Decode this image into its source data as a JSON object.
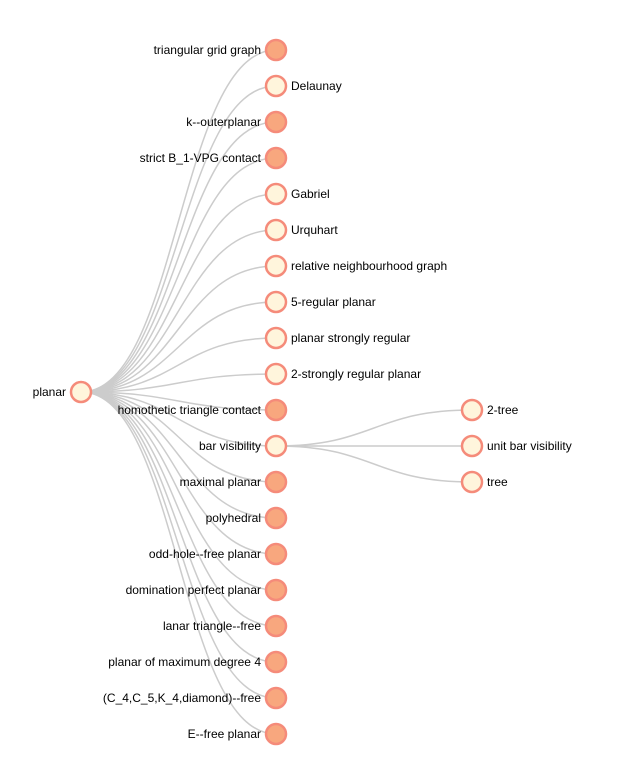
{
  "colors": {
    "link": "#cccccc",
    "node_stroke": "#f58b7a",
    "collapsed_fill": "#f8a77e",
    "expanded_fill": "#fff5dc"
  },
  "tree": {
    "root": {
      "label": "planar",
      "collapsed": false
    },
    "children": [
      {
        "label": "triangular grid graph",
        "collapsed": true
      },
      {
        "label": "Delaunay",
        "collapsed": false
      },
      {
        "label": "k--outerplanar",
        "collapsed": true
      },
      {
        "label": "strict B_1-VPG contact",
        "collapsed": true
      },
      {
        "label": "Gabriel",
        "collapsed": false
      },
      {
        "label": "Urquhart",
        "collapsed": false
      },
      {
        "label": "relative neighbourhood graph",
        "collapsed": false
      },
      {
        "label": "5-regular planar",
        "collapsed": false
      },
      {
        "label": "planar strongly regular",
        "collapsed": false
      },
      {
        "label": "2-strongly regular planar",
        "collapsed": false
      },
      {
        "label": "homothetic triangle contact",
        "collapsed": true
      },
      {
        "label": "bar visibility",
        "collapsed": false,
        "children": [
          {
            "label": "2-tree",
            "collapsed": false
          },
          {
            "label": "unit bar visibility",
            "collapsed": false
          },
          {
            "label": "tree",
            "collapsed": false
          }
        ]
      },
      {
        "label": "maximal planar",
        "collapsed": true
      },
      {
        "label": "polyhedral",
        "collapsed": true
      },
      {
        "label": "odd-hole--free planar",
        "collapsed": true
      },
      {
        "label": "domination perfect planar",
        "collapsed": true
      },
      {
        "label": "lanar triangle--free",
        "collapsed": true
      },
      {
        "label": "planar of maximum degree 4",
        "collapsed": true
      },
      {
        "label": "(C_4,C_5,K_4,diamond)--free",
        "collapsed": true
      },
      {
        "label": "E--free planar",
        "collapsed": true
      }
    ]
  }
}
